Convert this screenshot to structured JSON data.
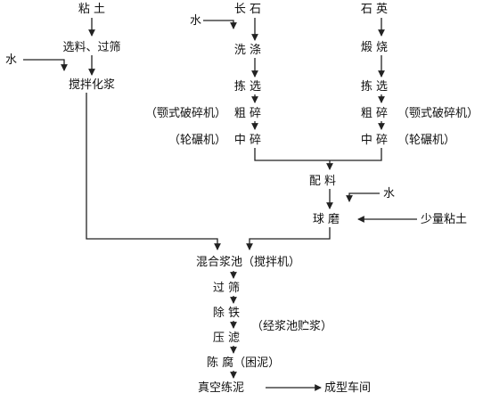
{
  "clay_column": {
    "clay": "粘 土",
    "water": "水",
    "select_sieve": "选料、过筛",
    "stir_slurry": "搅拌化浆"
  },
  "feldspar_column": {
    "feldspar": "长 石",
    "water": "水",
    "wash": "洗 涤",
    "pick": "拣 选",
    "coarse_machine": "（颚式破碎机）",
    "coarse_crush": "粗 碎",
    "medium_machine": "（轮碾机）",
    "medium_crush": "中 碎"
  },
  "quartz_column": {
    "quartz": "石 英",
    "calcine": "煅 烧",
    "pick": "拣 选",
    "coarse_crush": "粗 碎",
    "coarse_machine": "（颚式破碎机）",
    "medium_crush": "中 碎",
    "medium_machine": "（轮碾机）"
  },
  "batching": {
    "mix": "配 料",
    "water": "水",
    "ball_mill": "球 磨",
    "clay_small": "少量粘土"
  },
  "main_line": {
    "mixing_pool": "混合浆池（搅拌机）",
    "sieve": "过 筛",
    "iron_removal": "除 铁",
    "slurry_storage": "（经浆池贮浆）",
    "press_filter": "压 滤",
    "aging": "陈 腐（困泥）",
    "vacuum_pugging": "真空练泥",
    "to_forming": "成型车间"
  }
}
